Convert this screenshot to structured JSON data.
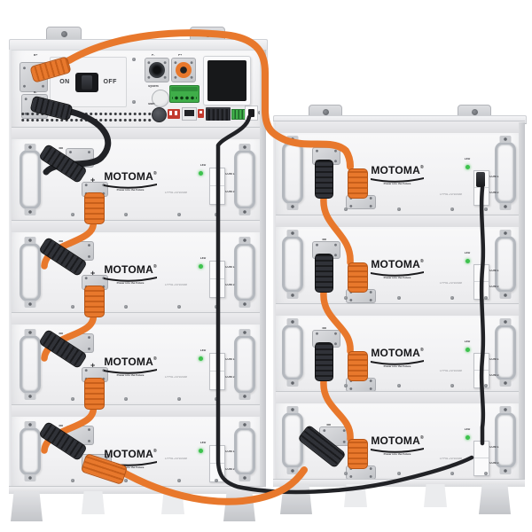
{
  "brand": {
    "name": "MOTOMA",
    "reg": "®",
    "tagline": "Power into the Future"
  },
  "module": {
    "spec": "LFP51.2V/100Ah",
    "led_label": "LED",
    "com1": "COM 1",
    "com2": "COM 2",
    "minus": "−",
    "plus": "+"
  },
  "control_panel": {
    "b_plus": "B+",
    "b_minus": "B-",
    "on": "ON",
    "off": "OFF",
    "p_minus": "P-",
    "p_plus": "P+",
    "system": "System",
    "start": "Start"
  },
  "racks": {
    "left_modules": 4,
    "right_modules": 4
  },
  "colors": {
    "cable_orange": "#E8782C",
    "cable_orange_dark": "#C85F1A",
    "cable_black": "#212226",
    "led_green": "#3EC24E",
    "terminal_green": "#3FAE49",
    "switch_red": "#C23A2E",
    "screen_black": "#17181A"
  }
}
